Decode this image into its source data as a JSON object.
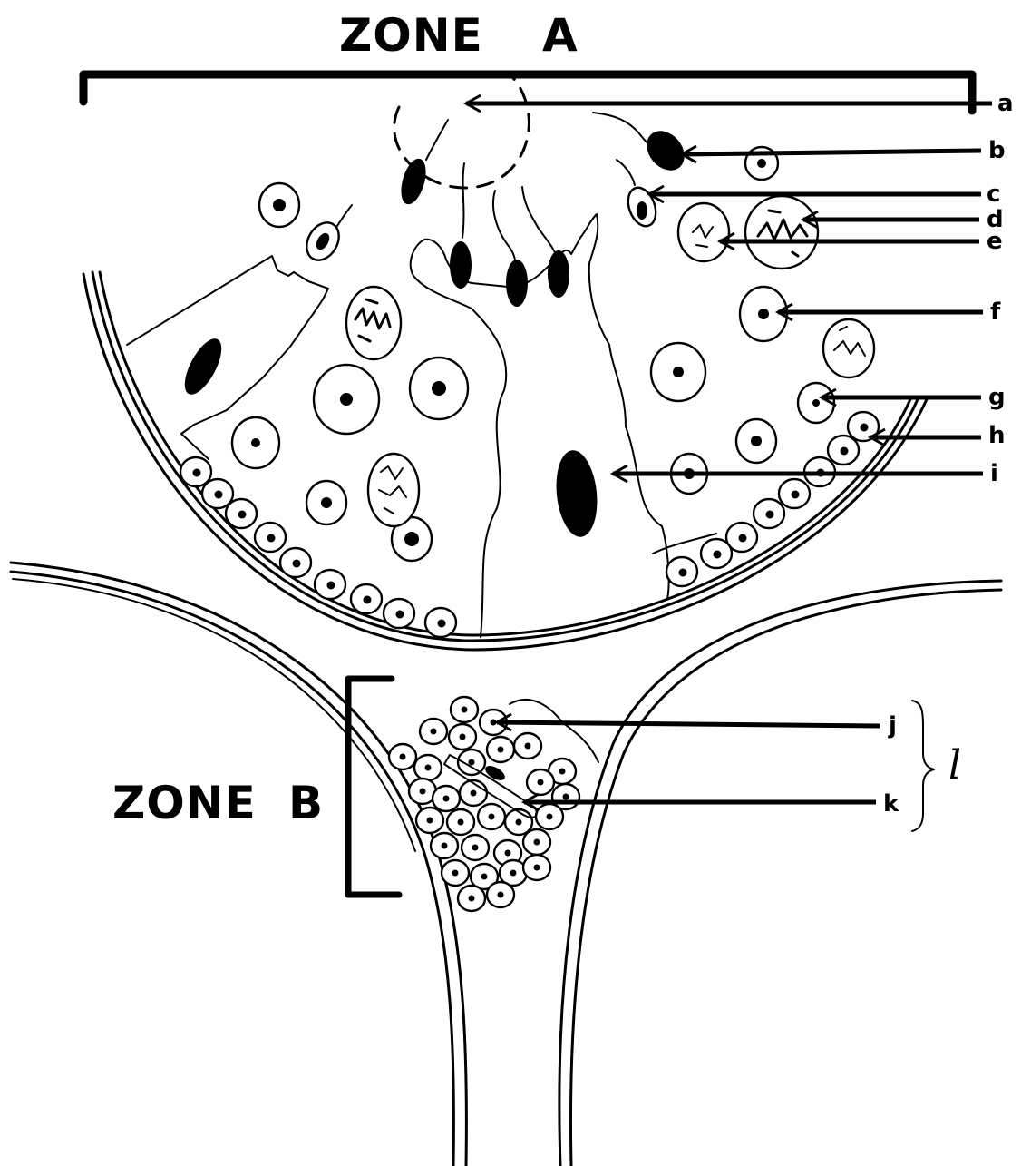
{
  "zones": {
    "a": {
      "word": "ZONE",
      "letter": "A"
    },
    "b": {
      "word": "ZONE",
      "letter": "B"
    }
  },
  "labels": [
    {
      "id": "a",
      "text": "a"
    },
    {
      "id": "b",
      "text": "b"
    },
    {
      "id": "c",
      "text": "c"
    },
    {
      "id": "d",
      "text": "d"
    },
    {
      "id": "e",
      "text": "e"
    },
    {
      "id": "f",
      "text": "f"
    },
    {
      "id": "g",
      "text": "g"
    },
    {
      "id": "h",
      "text": "h"
    },
    {
      "id": "i",
      "text": "i"
    },
    {
      "id": "j",
      "text": "j"
    },
    {
      "id": "k",
      "text": "k"
    }
  ],
  "brace_label": "l",
  "colors": {
    "ink": "#000000",
    "paper": "#ffffff"
  }
}
